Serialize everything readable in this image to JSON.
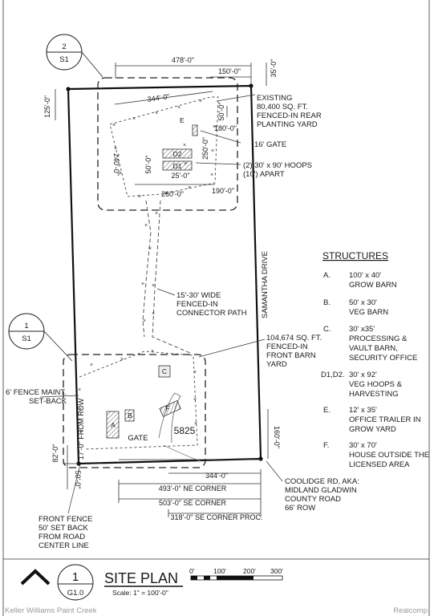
{
  "sheet_refs": {
    "upper": {
      "number": "2",
      "sheet": "S1"
    },
    "lower": {
      "number": "1",
      "sheet": "S1"
    }
  },
  "dimensions": {
    "top_overall": "478'-0\"",
    "top_right": "150'-0\"",
    "top_corner": "35'-0\"",
    "left_setback": "125'-0\"",
    "rear_top": "344'-0\"",
    "rear_left": "240'-0\"",
    "rear_50a": "50'-0\"",
    "rear_50b": "50'-0\"",
    "rear_180": "180'-0\"",
    "rear_250": "250'-0\"",
    "rear_25": "25'-0\"",
    "rear_260": "260'-0\"",
    "rear_190": "190'-0\"",
    "front_row": "17'-0\" FROM ROW",
    "front_82": "82'-0\"",
    "front_160": "160'-0\"",
    "front_50": "50'-0\"",
    "bottom_344": "344'-0\"",
    "ne_corner": "493'-0\" NE CORNER",
    "se_corner": "503'-0\" SE CORNER",
    "se_proc": "318'-0\" SE CORNER PROC."
  },
  "notes": {
    "existing": [
      "EXISTING",
      "80,400 SQ. FT.",
      "FENCED-IN REAR",
      "PLANTING YARD"
    ],
    "gate16": "16' GATE",
    "hoops": [
      "(2) 30' x 90' HOOPS",
      "(10') APART"
    ],
    "connector": [
      "15'-30' WIDE",
      "FENCED-IN",
      "CONNECTOR PATH"
    ],
    "front_yard": [
      "104,674 SQ. FT.",
      "FENCED-IN",
      "FRONT BARN",
      "YARD"
    ],
    "setback": [
      "6' FENCE MAINT.",
      "SET-BACK"
    ],
    "front_fence": [
      "FRONT FENCE",
      "50' SET BACK",
      "FROM ROAD",
      "CENTER LINE"
    ],
    "road": [
      "COOLIDGE RD, AKA:",
      "MIDLAND GLADWIN",
      "COUNTY ROAD",
      "66' ROW"
    ],
    "street": "SAMANTHA DRIVE",
    "gate": "GATE",
    "address": "5825"
  },
  "building_tags": {
    "a": "A",
    "b": "B",
    "c": "C",
    "d1": "D1",
    "d2": "D2",
    "e": "E",
    "f": "F"
  },
  "structures": {
    "heading": "STRUCTURES",
    "items": [
      {
        "key": "A.",
        "lines": [
          "100' x 40'",
          "GROW BARN"
        ]
      },
      {
        "key": "B.",
        "lines": [
          "50' x 30'",
          "VEG BARN"
        ]
      },
      {
        "key": "C.",
        "lines": [
          "30' x35'",
          "PROCESSING &",
          "VAULT BARN,",
          "SECURITY OFFICE"
        ]
      },
      {
        "key": "D1,D2.",
        "lines": [
          "30' x 92'",
          "VEG HOOPS &",
          "HARVESTING"
        ]
      },
      {
        "key": "E.",
        "lines": [
          "12' x 35'",
          "OFFICE TRAILER IN",
          "GROW YARD"
        ]
      },
      {
        "key": "F.",
        "lines": [
          "30' x 70'",
          "HOUSE OUTSIDE THE",
          "LICENSED AREA"
        ]
      }
    ]
  },
  "title_block": {
    "drawing_number": "1",
    "sheet": "G1.0",
    "title": "SITE PLAN",
    "scale": "Scale:  1\" = 100'-0\"",
    "scale_ticks": [
      "0'",
      "100'",
      "200'",
      "300'"
    ]
  },
  "footer": {
    "left": "Keller Williams Paint Creek",
    "right": "Realcomp"
  }
}
